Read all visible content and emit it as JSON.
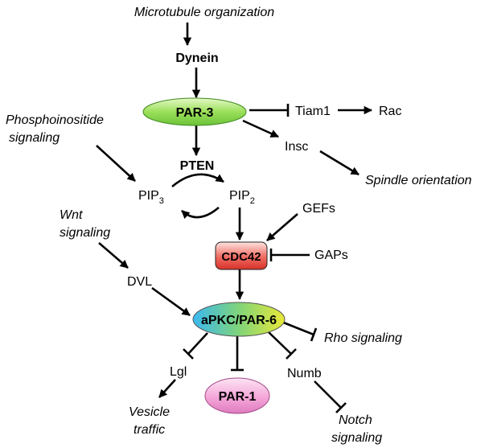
{
  "nodes": {
    "microtubule": "Microtubule organization",
    "dynein": "Dynein",
    "par3": "PAR-3",
    "tiam1": "Tiam1",
    "rac": "Rac",
    "insc": "Insc",
    "spindle": "Spindle orientation",
    "phospho_line1": "Phosphoinositide",
    "phospho_line2": "signaling",
    "pten": "PTEN",
    "pip3_base": "PIP",
    "pip3_sub": "3",
    "pip2_base": "PIP",
    "pip2_sub": "2",
    "gefs": "GEFs",
    "wnt_line1": "Wnt",
    "wnt_line2": "signaling",
    "cdc42": "CDC42",
    "gaps": "GAPs",
    "dvl": "DVL",
    "apkc": "aPKC/PAR-6",
    "rho": "Rho signaling",
    "lgl": "Lgl",
    "par1": "PAR-1",
    "numb": "Numb",
    "vesicle_line1": "Vesicle",
    "vesicle_line2": "traffic",
    "notch_line1": "Notch",
    "notch_line2": "signaling"
  },
  "colors": {
    "par3_fill": "#9be05a",
    "cdc42_fill": "#e8453c",
    "apkc_left": "#3bb8f0",
    "apkc_right": "#e8e838",
    "par1_fill": "#f4a6d8"
  }
}
